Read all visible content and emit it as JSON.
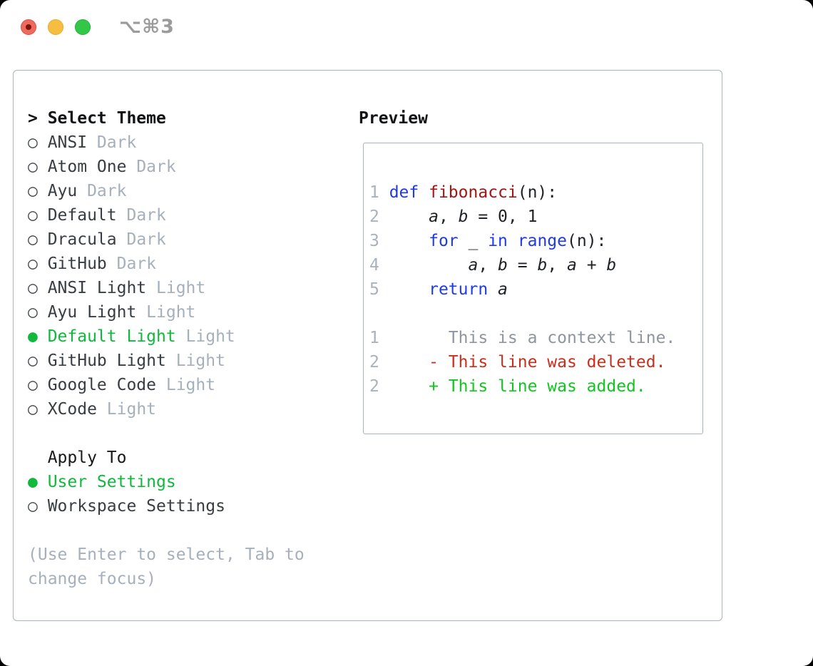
{
  "window": {
    "title": "⌥⌘3"
  },
  "glyphs": {
    "radio_selected": "●",
    "radio_unselected": "○",
    "prompt_caret": ">"
  },
  "colors": {
    "accent_selected_green": "#10b93c",
    "diff_added_green": "#11c621",
    "diff_deleted_red": "#cb2e1b",
    "keyword_blue": "#1e3aeb",
    "function_red": "#a31515",
    "muted_gray": "#a6b0bc",
    "context_gray": "#8e959e",
    "panel_border": "#a9b2bd",
    "traffic_red": "#ee6a5e",
    "traffic_yellow": "#f6be40",
    "traffic_green": "#33c748"
  },
  "left": {
    "prompt": ">",
    "section_title": "Select Theme",
    "themes": [
      {
        "name": "ANSI",
        "variant": "Dark",
        "selected": false
      },
      {
        "name": "Atom One",
        "variant": "Dark",
        "selected": false
      },
      {
        "name": "Ayu",
        "variant": "Dark",
        "selected": false
      },
      {
        "name": "Default",
        "variant": "Dark",
        "selected": false
      },
      {
        "name": "Dracula",
        "variant": "Dark",
        "selected": false
      },
      {
        "name": "GitHub",
        "variant": "Dark",
        "selected": false
      },
      {
        "name": "ANSI Light",
        "variant": "Light",
        "selected": false
      },
      {
        "name": "Ayu Light",
        "variant": "Light",
        "selected": false
      },
      {
        "name": "Default Light",
        "variant": "Light",
        "selected": true
      },
      {
        "name": "GitHub Light",
        "variant": "Light",
        "selected": false
      },
      {
        "name": "Google Code",
        "variant": "Light",
        "selected": false
      },
      {
        "name": "XCode",
        "variant": "Light",
        "selected": false
      }
    ],
    "apply_header": "Apply To",
    "apply_options": [
      {
        "label": "User Settings",
        "selected": true
      },
      {
        "label": "Workspace Settings",
        "selected": false
      }
    ],
    "hint_lines": [
      "(Use Enter to select, Tab to",
      "change focus)"
    ]
  },
  "preview": {
    "title": "Preview",
    "lines": [
      {
        "num": "1",
        "segments": [
          {
            "text": "def",
            "style": "kw"
          },
          {
            "text": " "
          },
          {
            "text": "fibonacci",
            "style": "fn"
          },
          {
            "text": "(n):"
          }
        ]
      },
      {
        "num": "2",
        "segments": [
          {
            "text": "    "
          },
          {
            "text": "a",
            "style": "var"
          },
          {
            "text": ", "
          },
          {
            "text": "b",
            "style": "var"
          },
          {
            "text": " = 0, 1"
          }
        ]
      },
      {
        "num": "3",
        "segments": [
          {
            "text": "    "
          },
          {
            "text": "for",
            "style": "kw"
          },
          {
            "text": " _ "
          },
          {
            "text": "in",
            "style": "kw"
          },
          {
            "text": " "
          },
          {
            "text": "range",
            "style": "kw"
          },
          {
            "text": "(n):"
          }
        ]
      },
      {
        "num": "4",
        "segments": [
          {
            "text": "        "
          },
          {
            "text": "a",
            "style": "var"
          },
          {
            "text": ", "
          },
          {
            "text": "b",
            "style": "var"
          },
          {
            "text": " = "
          },
          {
            "text": "b",
            "style": "var"
          },
          {
            "text": ", "
          },
          {
            "text": "a",
            "style": "var"
          },
          {
            "text": " + "
          },
          {
            "text": "b",
            "style": "var"
          }
        ]
      },
      {
        "num": "5",
        "segments": [
          {
            "text": "    "
          },
          {
            "text": "return",
            "style": "kw"
          },
          {
            "text": " "
          },
          {
            "text": "a",
            "style": "var"
          }
        ]
      },
      {
        "num": "",
        "segments": []
      },
      {
        "num": "1",
        "segments": [
          {
            "text": "      This is a context line.",
            "style": "ctx"
          }
        ]
      },
      {
        "num": "2",
        "segments": [
          {
            "text": "    - This line was deleted.",
            "style": "del"
          }
        ]
      },
      {
        "num": "2",
        "segments": [
          {
            "text": "    + This line was added.",
            "style": "add"
          }
        ]
      }
    ]
  }
}
